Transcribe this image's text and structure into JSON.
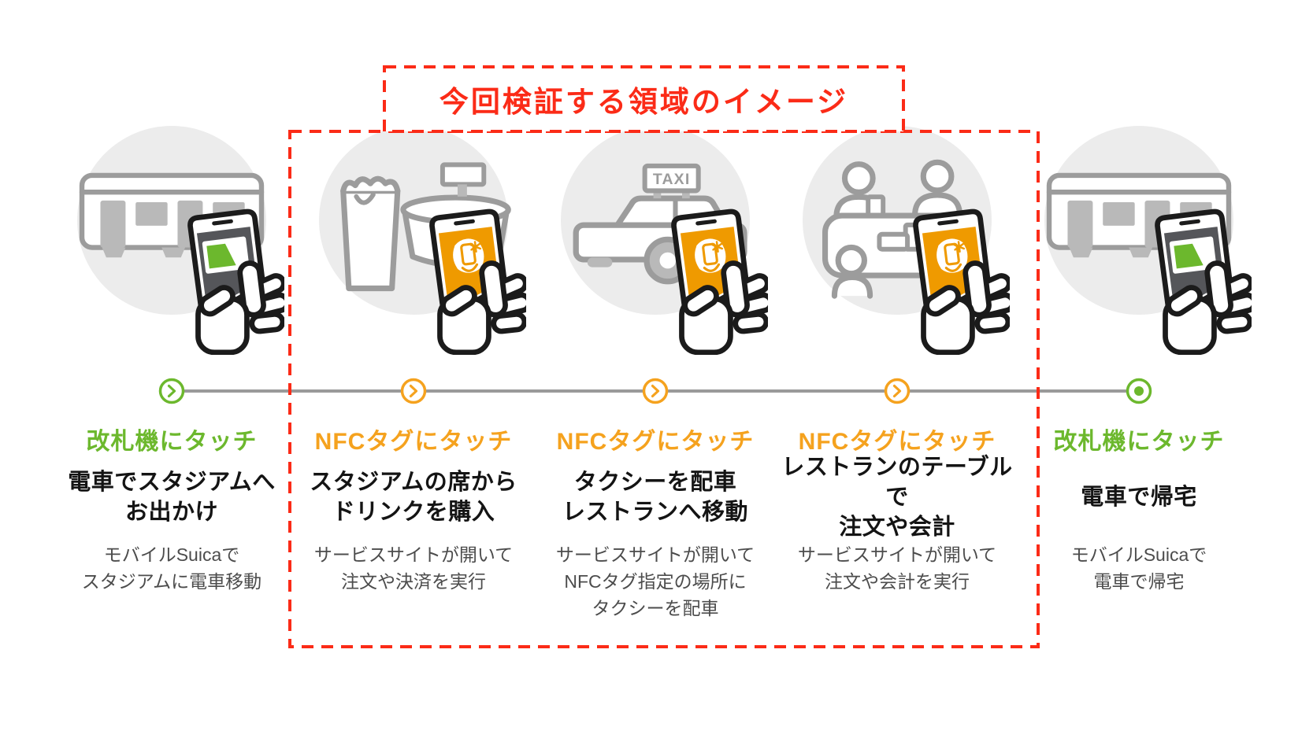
{
  "annotation": {
    "title": "今回検証する領域のイメージ"
  },
  "colors": {
    "green": "#6cb82d",
    "orange": "#f5a21e",
    "phone_orange": "#ef9a00",
    "phone_dark": "#55565a",
    "red": "#fb2b17",
    "circle_bg": "#ececec",
    "art_gray": "#9c9c9c",
    "art_gray_fill": "#b9b9b9",
    "ink": "#1b1b1b",
    "heading_text": "#141414",
    "body_text": "#4c4c4c",
    "line_gray": "#9a9a9a"
  },
  "steps": [
    {
      "accent": "green",
      "illustration": "train-icon",
      "phone_icon": "hand-phone-suica-icon",
      "marker": "chevron",
      "in_verification_scope": false,
      "tap_label": "改札機にタッチ",
      "heading": "電車でスタジアムへ\nお出かけ",
      "description": "モバイルSuicaで\nスタジアムに電車移動"
    },
    {
      "accent": "orange",
      "illustration": "beer-stadium-icon",
      "phone_icon": "hand-phone-nfc-icon",
      "marker": "chevron",
      "in_verification_scope": true,
      "tap_label": "NFCタグにタッチ",
      "heading": "スタジアムの席から\nドリンクを購入",
      "description": "サービスサイトが開いて\n注文や決済を実行"
    },
    {
      "accent": "orange",
      "illustration": "taxi-icon",
      "phone_icon": "hand-phone-nfc-icon",
      "marker": "chevron",
      "in_verification_scope": true,
      "tap_label": "NFCタグにタッチ",
      "heading": "タクシーを配車\nレストランへ移動",
      "description": "サービスサイトが開いて\nNFCタグ指定の場所に\nタクシーを配車",
      "taxi_sign": "TAXI"
    },
    {
      "accent": "orange",
      "illustration": "restaurant-table-icon",
      "phone_icon": "hand-phone-nfc-icon",
      "marker": "chevron",
      "in_verification_scope": true,
      "tap_label": "NFCタグにタッチ",
      "heading": "レストランのテーブルで\n注文や会計",
      "description": "サービスサイトが開いて\n注文や会計を実行"
    },
    {
      "accent": "green",
      "illustration": "train-icon",
      "phone_icon": "hand-phone-suica-icon",
      "marker": "end-dot",
      "in_verification_scope": false,
      "tap_label": "改札機にタッチ",
      "heading": "電車で帰宅",
      "description": "モバイルSuicaで\n電車で帰宅"
    }
  ]
}
